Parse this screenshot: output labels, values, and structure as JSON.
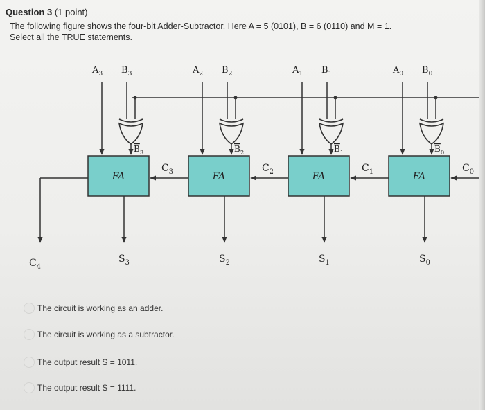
{
  "question": {
    "title": "Question 3",
    "points": "(1 point)",
    "text": "The following figure shows the four-bit Adder-Subtractor. Here A = 5 (0101), B = 6 (0110) and M = 1. Select all the TRUE statements."
  },
  "circuit": {
    "stages": [
      {
        "a": "A",
        "a_sub": "3",
        "b": "B",
        "b_sub": "3",
        "bbar": "B",
        "bbar_sub": "3",
        "fa": "FA",
        "sum": "S",
        "sum_sub": "3",
        "carry_in": "C",
        "carry_in_sub": "3"
      },
      {
        "a": "A",
        "a_sub": "2",
        "b": "B",
        "b_sub": "2",
        "bbar": "B",
        "bbar_sub": "2",
        "fa": "FA",
        "sum": "S",
        "sum_sub": "2",
        "carry_in": "C",
        "carry_in_sub": "2"
      },
      {
        "a": "A",
        "a_sub": "1",
        "b": "B",
        "b_sub": "1",
        "bbar": "B",
        "bbar_sub": "1",
        "fa": "FA",
        "sum": "S",
        "sum_sub": "1",
        "carry_in": "C",
        "carry_in_sub": "1"
      },
      {
        "a": "A",
        "a_sub": "0",
        "b": "B",
        "b_sub": "0",
        "bbar": "B",
        "bbar_sub": "0",
        "fa": "FA",
        "sum": "S",
        "sum_sub": "0",
        "carry_in": "C",
        "carry_in_sub": "0"
      }
    ],
    "carry_out": "C",
    "carry_out_sub": "4"
  },
  "options": [
    {
      "label": "The circuit is working as an adder."
    },
    {
      "label": "The circuit is working as a subtractor."
    },
    {
      "label": "The output result S = 1011."
    },
    {
      "label": "The output result S = 1111."
    }
  ],
  "colors": {
    "fa_fill": "#79cfcb",
    "wire": "#333333"
  }
}
